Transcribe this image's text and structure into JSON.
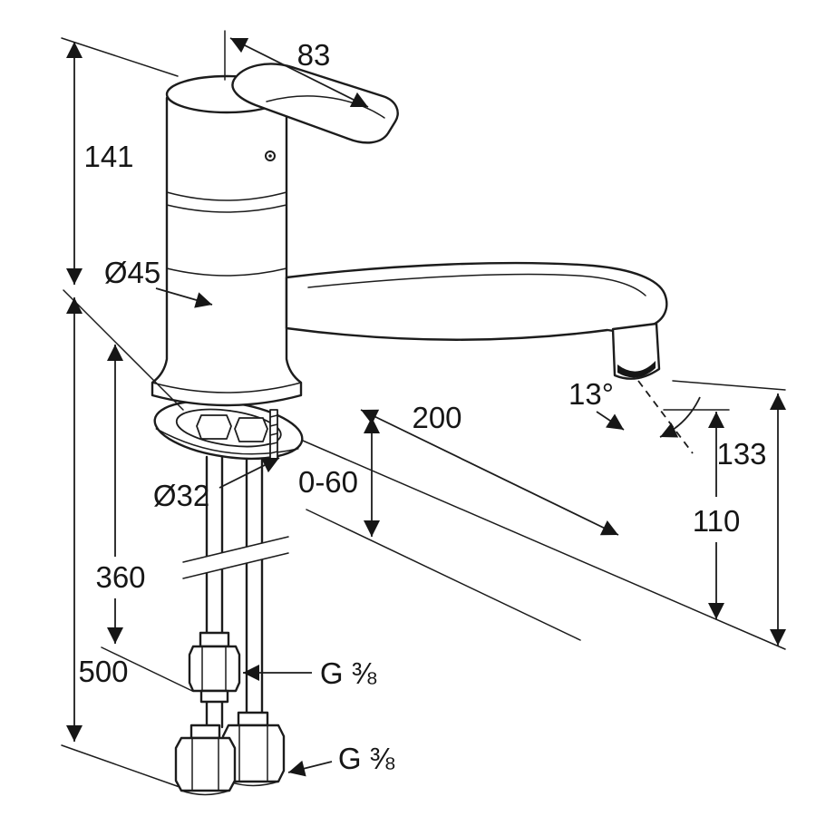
{
  "drawing": {
    "background": "#ffffff",
    "line_color": "#1c1c1c",
    "labels": {
      "handle_length": "83",
      "body_height": "141",
      "body_diameter": "Ø45",
      "spout_reach": "200",
      "spout_angle": "13°",
      "spout_height": "133",
      "clearance_height": "110",
      "deck_thickness": "0-60",
      "hole_diameter": "Ø32",
      "hose_length": "360",
      "overall_length": "500",
      "thread_upper": "G ⅜",
      "thread_lower": "G ⅜"
    }
  }
}
